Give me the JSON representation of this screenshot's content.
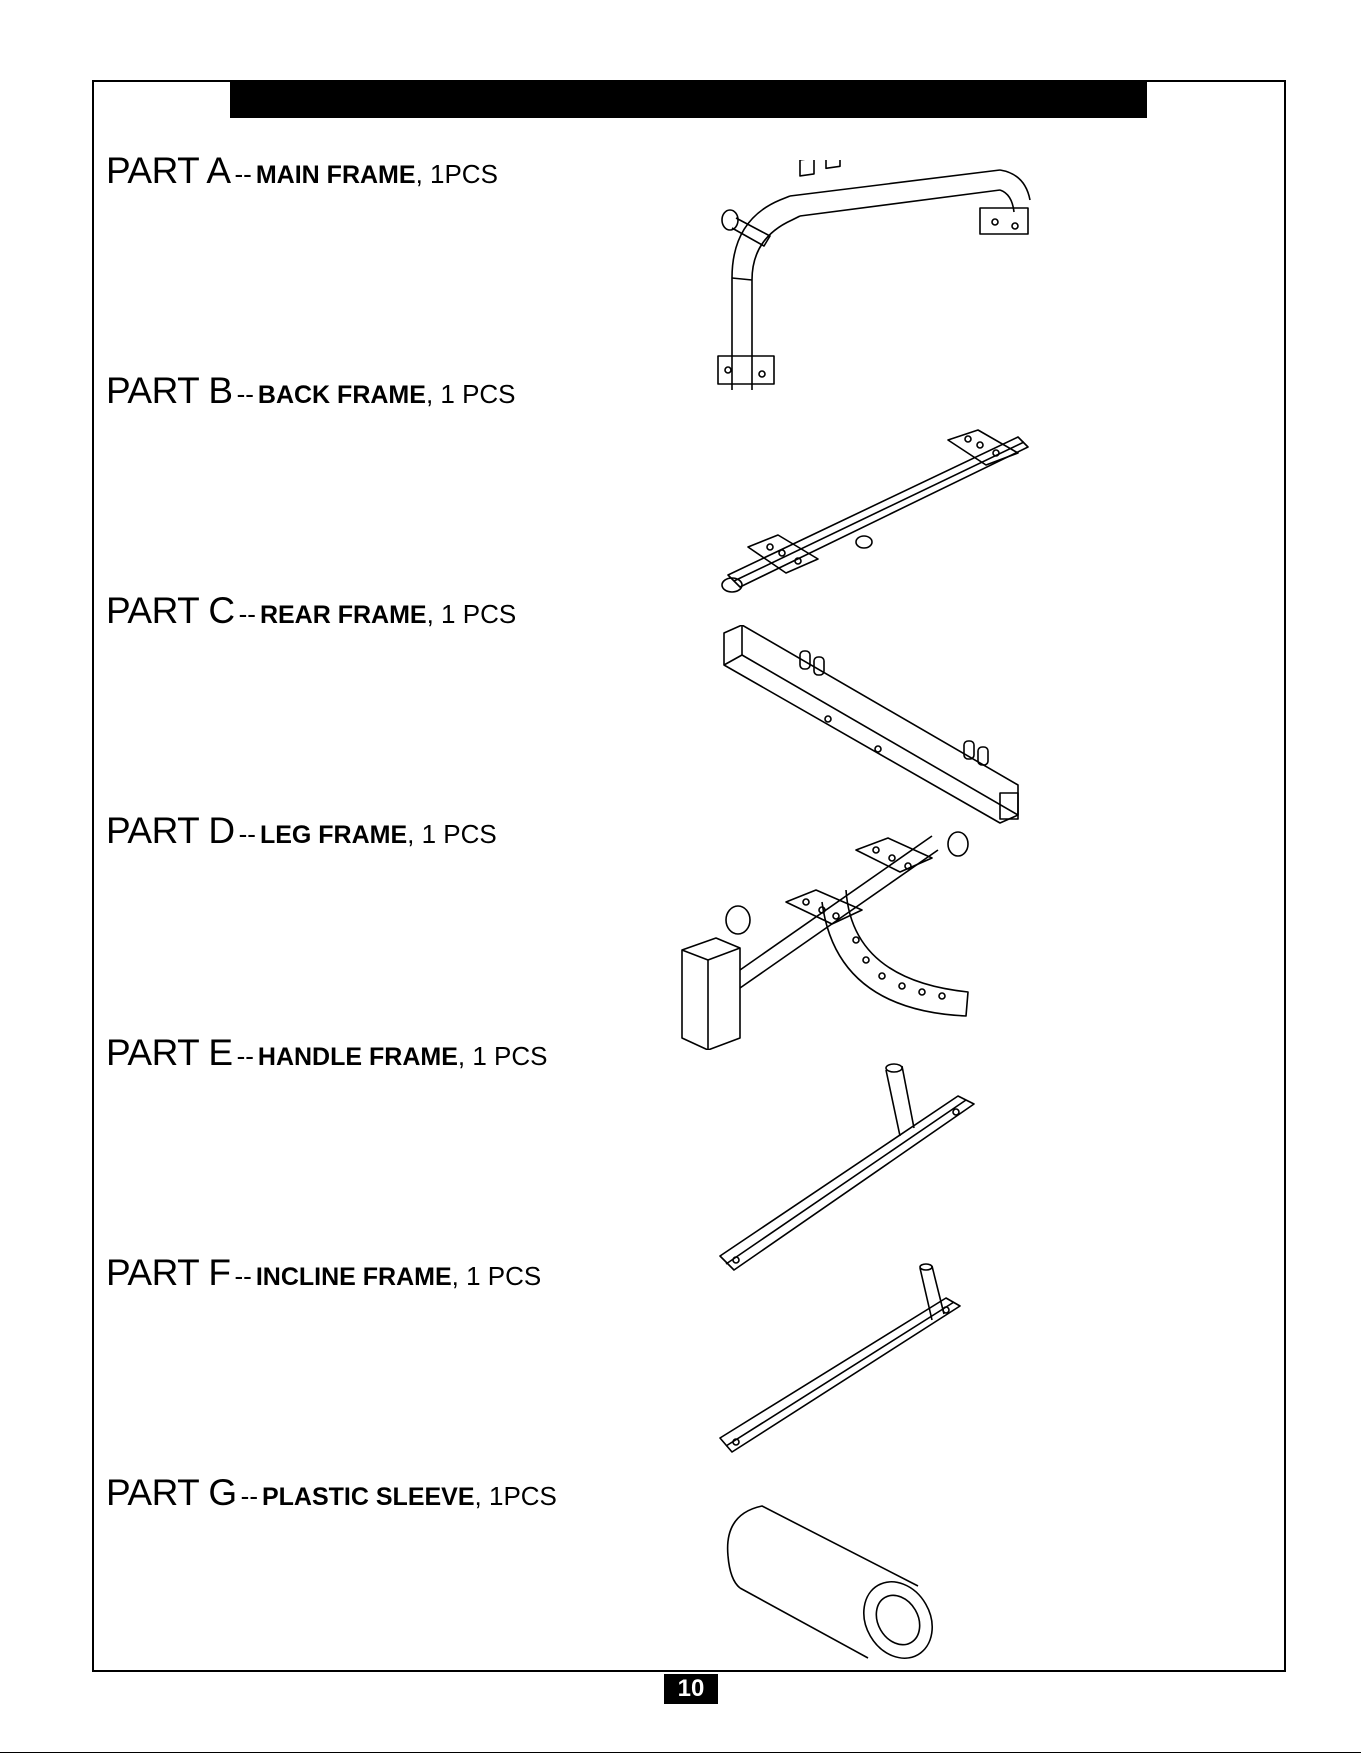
{
  "parts": [
    {
      "label": "PART A",
      "sep": "--",
      "name": "MAIN FRAME",
      "qty": ", 1PCS"
    },
    {
      "label": "PART B",
      "sep": "--",
      "name": "BACK FRAME",
      "qty": ", 1 PCS"
    },
    {
      "label": "PART C",
      "sep": "--",
      "name": "REAR FRAME",
      "qty": ", 1 PCS"
    },
    {
      "label": "PART D",
      "sep": "--",
      "name": "LEG FRAME",
      "qty": ", 1 PCS"
    },
    {
      "label": "PART E",
      "sep": "--",
      "name": "HANDLE FRAME",
      "qty": ", 1 PCS"
    },
    {
      "label": "PART F",
      "sep": "--",
      "name": "INCLINE FRAME",
      "qty": ", 1 PCS"
    },
    {
      "label": "PART G",
      "sep": "--",
      "name": "PLASTIC SLEEVE",
      "qty": ", 1PCS"
    }
  ],
  "page_number": "10"
}
